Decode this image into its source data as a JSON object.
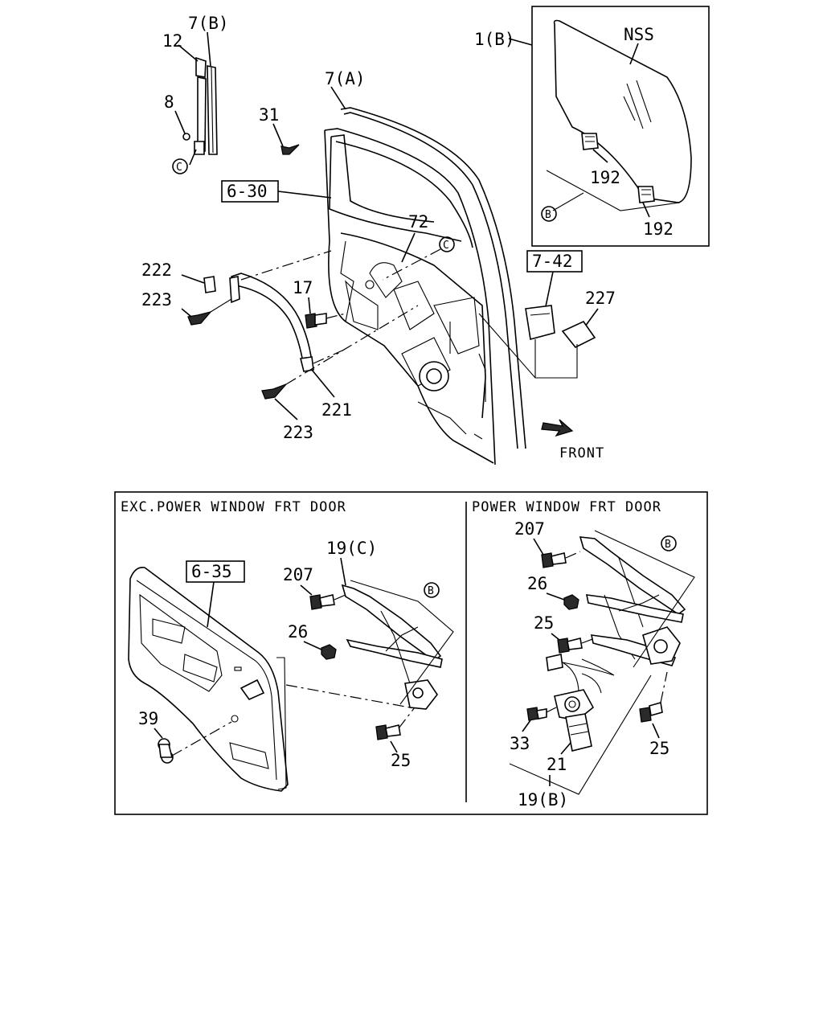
{
  "labels": {
    "p12": "12",
    "p7b": "7(B)",
    "p8": "8",
    "refC1": "C",
    "p31": "31",
    "p7a": "7(A)",
    "p630": "6-30",
    "p72": "72",
    "refC2": "C",
    "p1b": "1(B)",
    "nss": "NSS",
    "p192a": "192",
    "refB1": "B",
    "p192b": "192",
    "p742": "7-42",
    "p227": "227",
    "p222": "222",
    "p223a": "223",
    "p17": "17",
    "p221": "221",
    "p223b": "223",
    "front": "FRONT"
  },
  "panels": {
    "left": {
      "title": "EXC.POWER WINDOW FRT DOOR",
      "p635": "6-35",
      "p19c": "19(C)",
      "p207": "207",
      "refB": "B",
      "p26": "26",
      "p39": "39",
      "p25": "25"
    },
    "right": {
      "title": "POWER WINDOW FRT DOOR",
      "p207": "207",
      "refB": "B",
      "p26": "26",
      "p25a": "25",
      "p33": "33",
      "p21": "21",
      "p25b": "25",
      "p19b": "19(B)"
    }
  }
}
